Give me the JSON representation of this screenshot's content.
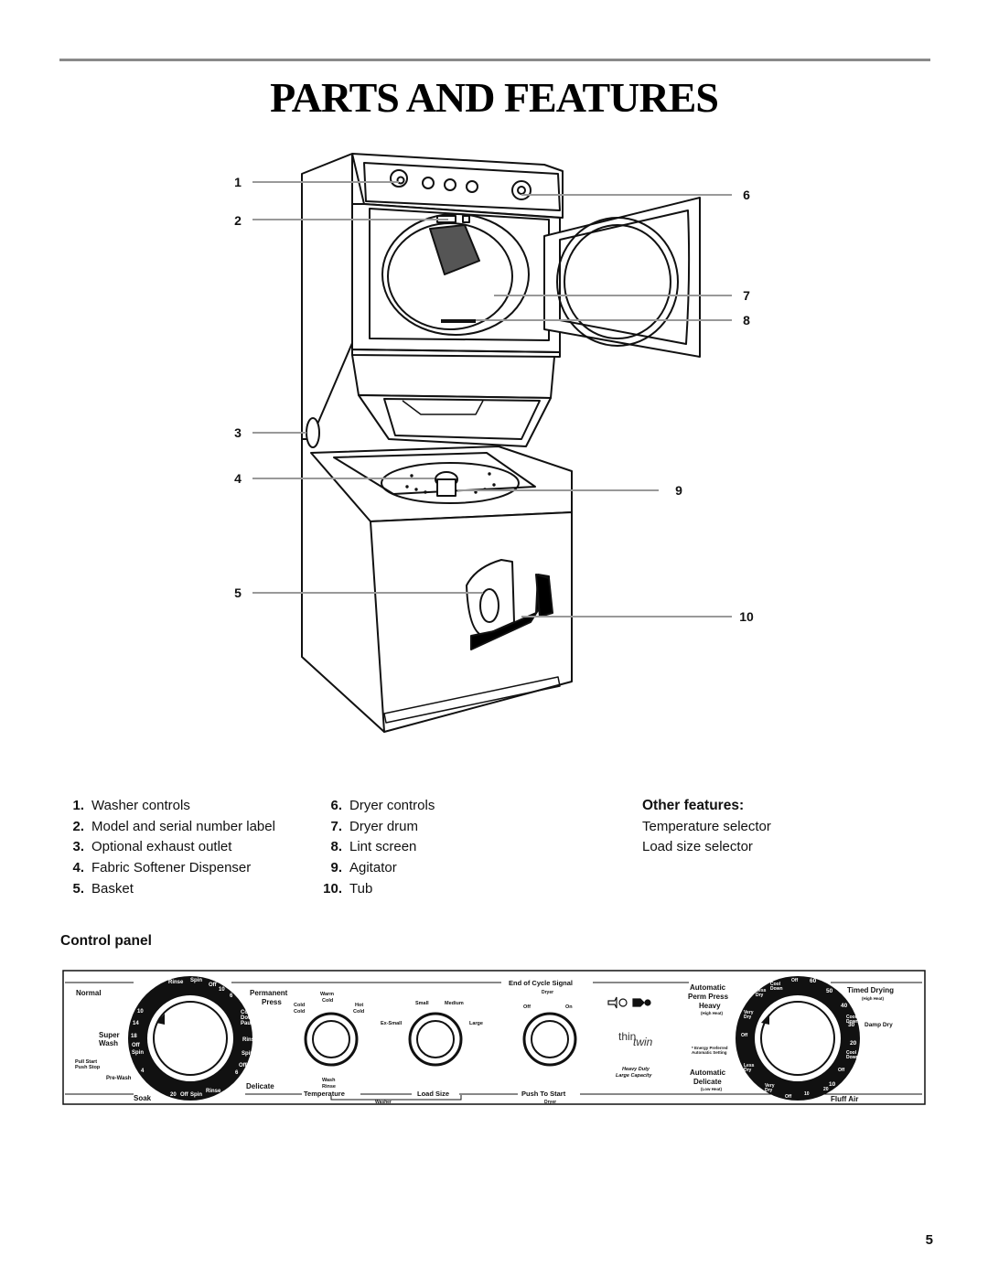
{
  "page": {
    "title": "PARTS AND FEATURES",
    "number": "5"
  },
  "diagram": {
    "callouts": [
      "1",
      "2",
      "3",
      "4",
      "5",
      "6",
      "7",
      "8",
      "9",
      "10"
    ]
  },
  "parts": {
    "left": [
      {
        "num": "1.",
        "label": "Washer controls"
      },
      {
        "num": "2.",
        "label": "Model and serial number label"
      },
      {
        "num": "3.",
        "label": "Optional exhaust outlet"
      },
      {
        "num": "4.",
        "label": "Fabric Softener Dispenser"
      },
      {
        "num": "5.",
        "label": "Basket"
      }
    ],
    "right": [
      {
        "num": "6.",
        "label": "Dryer controls"
      },
      {
        "num": "7.",
        "label": "Dryer drum"
      },
      {
        "num": "8.",
        "label": "Lint screen"
      },
      {
        "num": "9.",
        "label": "Agitator"
      },
      {
        "num": "10.",
        "label": "Tub"
      }
    ]
  },
  "other_features": {
    "heading": "Other features:",
    "items": [
      "Temperature selector",
      "Load size selector"
    ]
  },
  "control_panel": {
    "heading": "Control panel",
    "washer_dial": {
      "left_labels": [
        "Normal",
        "Super",
        "Wash",
        "Pull Start",
        "Push Stop",
        "Pre-Wash",
        "Soak"
      ],
      "ring_labels": [
        "Rinse",
        "Spin",
        "Off",
        "10",
        "6",
        "10",
        "14",
        "18",
        "Off",
        "Spin",
        "4",
        "20",
        "Off",
        "Spin",
        "Rinse",
        "Cool",
        "Down",
        "Pause",
        "Rinse",
        "Spin",
        "Off",
        "6"
      ],
      "right_labels": [
        "Permanent",
        "Press",
        "Delicate"
      ]
    },
    "temperature": {
      "top_labels": [
        "Warm",
        "Cold",
        "Cold",
        "Cold",
        "Hot",
        "Cold"
      ],
      "bottom_labels": [
        "Wash",
        "Rinse"
      ],
      "label": "Temperature"
    },
    "load_size": {
      "labels": [
        "Small",
        "Medium",
        "Ex-Small",
        "Large"
      ],
      "label": "Load Size"
    },
    "washer_bracket": "Washer",
    "signal": {
      "label": "End of Cycle Signal",
      "sub": "Dryer",
      "off": "Off",
      "on": "On",
      "push": "Push To Start",
      "push_sub": "Dryer"
    },
    "logo": {
      "thin": "thin",
      "twin": "twin"
    },
    "capacity": [
      "Heavy Duty",
      "Large Capacity"
    ],
    "dryer_dial": {
      "left_labels": [
        "Automatic",
        "Perm Press",
        "Heavy",
        "(High Heat)",
        "* Energy Preferred",
        "Automatic Setting",
        "Automatic",
        "Delicate",
        "(Low Heat)"
      ],
      "ring_labels": [
        "Cool",
        "Down",
        "Less",
        "Dry",
        "Very",
        "Dry",
        "Off",
        "Off",
        "Less",
        "Dry",
        "Very",
        "Dry",
        "Off",
        "10",
        "20",
        "Off",
        "60",
        "50",
        "40",
        "30",
        "20",
        "10",
        "Cool",
        "Down",
        "Cool",
        "Down"
      ],
      "right_labels": [
        "Timed Drying",
        "(High Heat)",
        "Damp Dry",
        "Fluff Air"
      ]
    }
  }
}
